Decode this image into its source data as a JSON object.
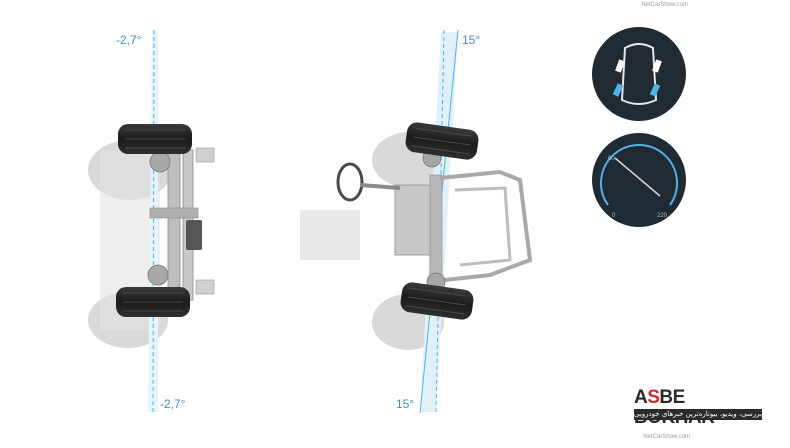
{
  "angles": {
    "left_top": "-2,7°",
    "left_bottom": "-2,7°",
    "right_top": "15°",
    "right_bottom": "15°"
  },
  "gauge": {
    "mark_low": "0",
    "mark_mid": "60",
    "mark_high": "220",
    "needle_value": 60
  },
  "watermark": {
    "top": "NetCarShow.com",
    "bottom": "NetCarShow.com"
  },
  "logo": {
    "brand_prefix": "A",
    "brand_red": "S",
    "brand_rest": "BE BOKHAR",
    "tagline": "بررسی، ویدیو، بیوتار‌ه‌ترین خبر‌های خودرویی"
  },
  "colors": {
    "accent_blue": "#4fb3e6",
    "badge_dark": "#1f2a33",
    "logo_red": "#d42a2a"
  }
}
